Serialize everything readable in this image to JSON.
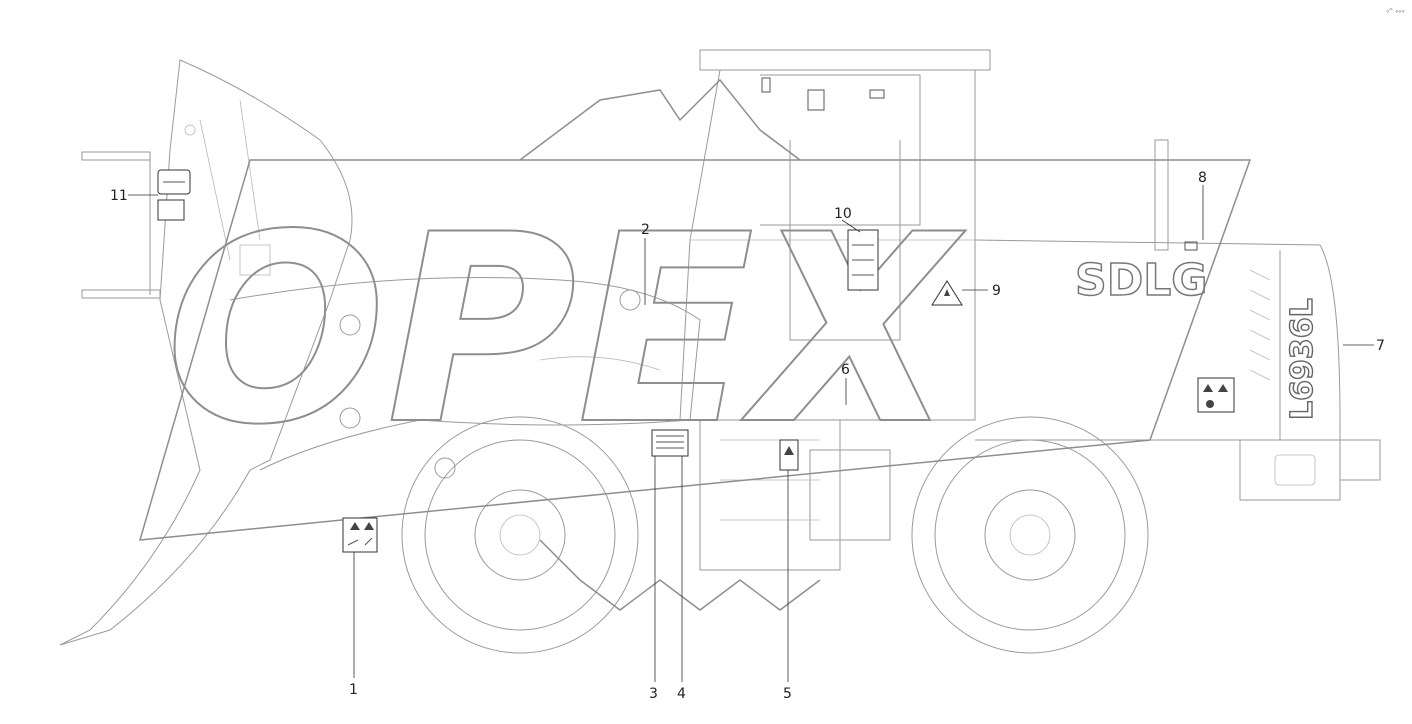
{
  "brand_text": "SDLG",
  "model_text": "L6936L",
  "watermark_text": "OPEX",
  "corner_mark": "◦ᵔ ◦◦◦",
  "callouts": [
    "1",
    "2",
    "3",
    "4",
    "5",
    "6",
    "7",
    "8",
    "9",
    "10",
    "11"
  ]
}
